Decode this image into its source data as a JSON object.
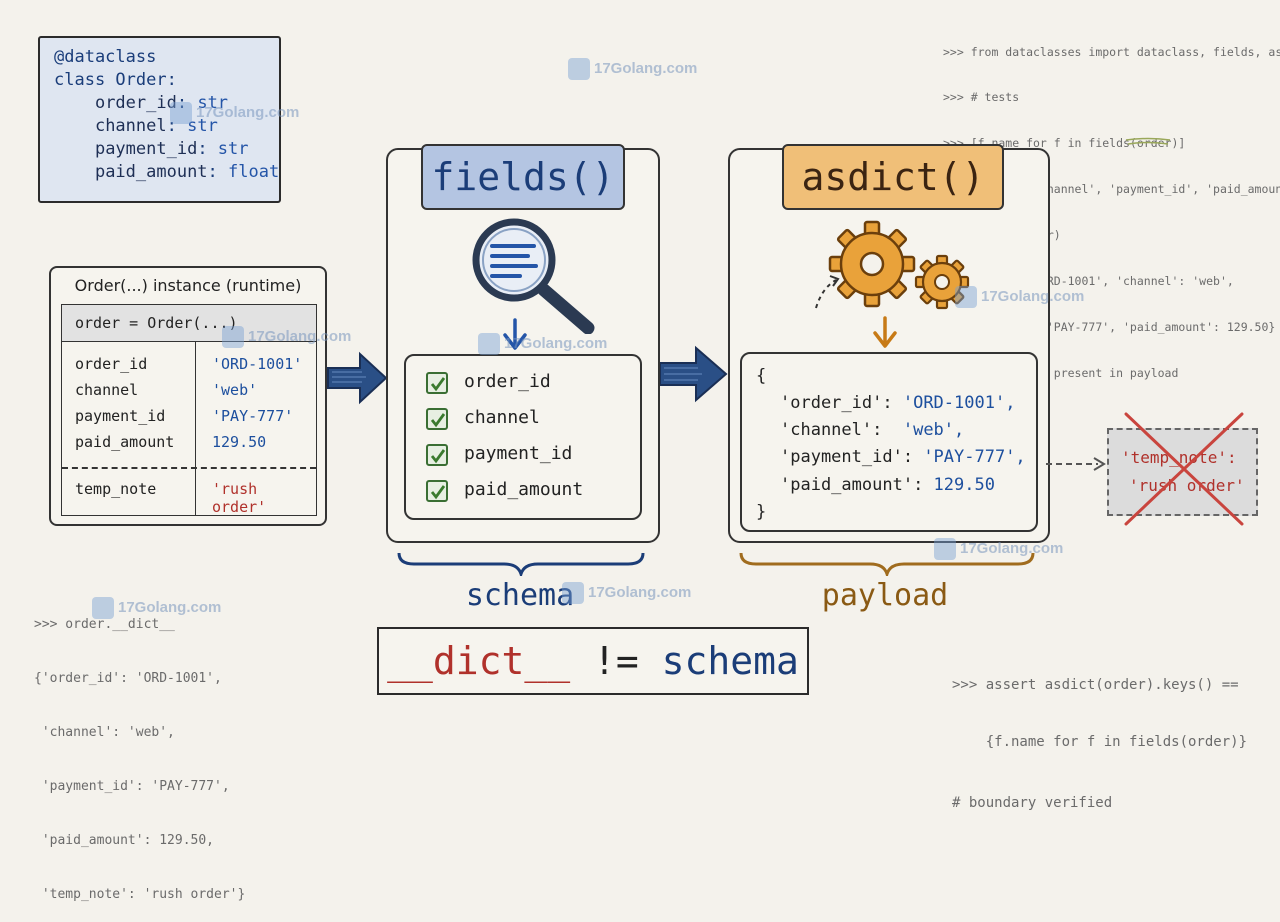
{
  "code_card": {
    "decorator": "@dataclass",
    "class_line": "class Order:",
    "fields": [
      {
        "name": "order_id",
        "type": "str"
      },
      {
        "name": "channel",
        "type": "str"
      },
      {
        "name": "payment_id",
        "type": "str"
      },
      {
        "name": "paid_amount",
        "type": "float"
      }
    ]
  },
  "instance": {
    "title": "Order(...) instance (runtime)",
    "header": "order = Order(...)",
    "rows": [
      {
        "key": "order_id",
        "value": "'ORD-1001'"
      },
      {
        "key": "channel",
        "value": "'web'"
      },
      {
        "key": "payment_id",
        "value": "'PAY-777'"
      },
      {
        "key": "paid_amount",
        "value": "129.50"
      }
    ],
    "extra": {
      "key": "temp_note",
      "value": "'rush order'"
    }
  },
  "fields_panel": {
    "title": "fields()",
    "icon": "magnifier-icon",
    "items": [
      "order_id",
      "channel",
      "payment_id",
      "paid_amount"
    ],
    "brace_label": "schema",
    "color": "#1b3d78"
  },
  "asdict_panel": {
    "title": "asdict()",
    "icon": "gears-icon",
    "open": "{",
    "lines": [
      {
        "k": "'order_id'",
        "sep": ": ",
        "v": "'ORD-1001',"
      },
      {
        "k": "'channel'",
        "sep": ":  ",
        "v": "'web',"
      },
      {
        "k": "'payment_id'",
        "sep": ": ",
        "v": "'PAY-777',"
      },
      {
        "k": "'paid_amount'",
        "sep": ": ",
        "v": "129.50"
      }
    ],
    "close": "}",
    "brace_label": "payload",
    "color": "#8a5a14"
  },
  "removed": {
    "line1": "'temp_note':",
    "line2": "'rush order'",
    "color": "#b0312b"
  },
  "conclusion": {
    "lhs": "__dict__",
    "op": " != ",
    "rhs": "schema"
  },
  "repl_top": [
    ">>> from dataclasses import dataclass, fields, asdict",
    ">>> # tests",
    ">>> [f.name for f in fields(order)]",
    "['order_id', 'channel', 'payment_id', 'paid_amount']",
    ">>> asdict(order)",
    "{'order_id': 'ORD-1001', 'channel': 'web',",
    " 'payment_id': 'PAY-777', 'paid_amount': 129.50}",
    "# temp_note not present in payload"
  ],
  "repl_dict": [
    ">>> order.__dict__",
    "{'order_id': 'ORD-1001',",
    " 'channel': 'web',",
    " 'payment_id': 'PAY-777',",
    " 'paid_amount': 129.50,",
    " 'temp_note': 'rush order'}"
  ],
  "repl_assert": [
    ">>> assert asdict(order).keys() ==",
    "    {f.name for f in fields(order)}",
    "# boundary verified"
  ],
  "watermark": "17Golang.com"
}
